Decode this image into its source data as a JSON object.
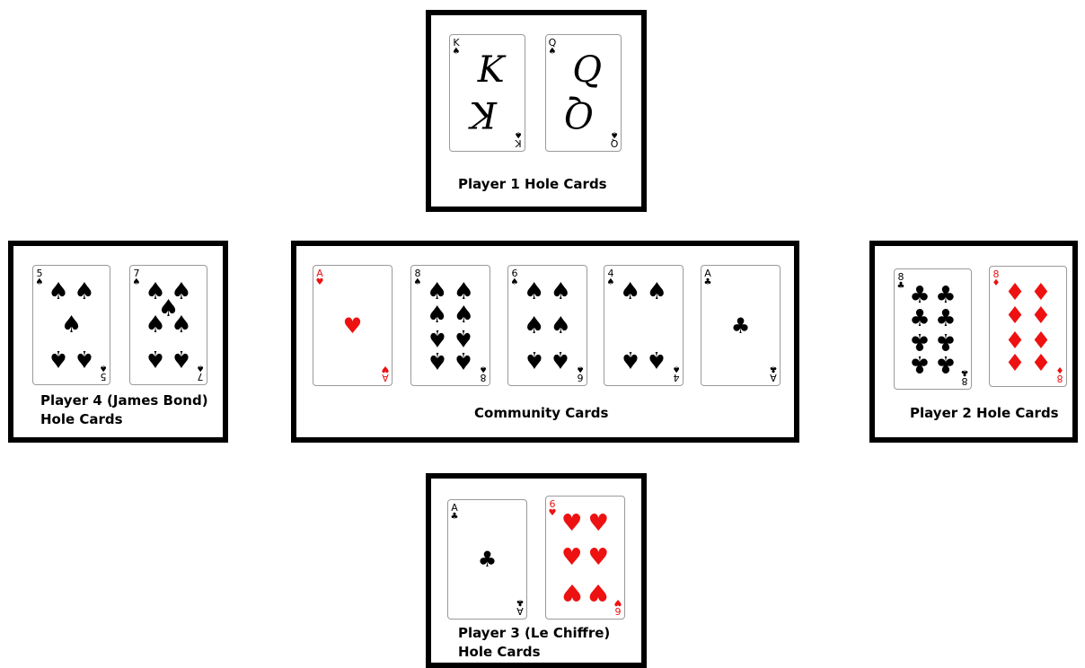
{
  "labels": {
    "player1": "Player 1 Hole Cards",
    "player2": "Player 2 Hole Cards",
    "player3_line1": "Player 3 (Le Chiffre)",
    "player3_line2": "Hole Cards",
    "player4_line1": "Player 4 (James Bond)",
    "player4_line2": "Hole Cards",
    "community": "Community Cards"
  },
  "hands": {
    "player1": [
      {
        "rank": "K",
        "suit": "spades",
        "color": "#000000"
      },
      {
        "rank": "Q",
        "suit": "spades",
        "color": "#000000"
      }
    ],
    "player2": [
      {
        "rank": "8",
        "suit": "clubs",
        "color": "#000000"
      },
      {
        "rank": "8",
        "suit": "diamonds",
        "color": "#ee1111"
      }
    ],
    "player3": [
      {
        "rank": "A",
        "suit": "clubs",
        "color": "#000000"
      },
      {
        "rank": "6",
        "suit": "hearts",
        "color": "#ee1111"
      }
    ],
    "player4": [
      {
        "rank": "5",
        "suit": "spades",
        "color": "#000000"
      },
      {
        "rank": "7",
        "suit": "spades",
        "color": "#000000"
      }
    ],
    "community": [
      {
        "rank": "A",
        "suit": "hearts",
        "color": "#ee1111"
      },
      {
        "rank": "8",
        "suit": "spades",
        "color": "#000000"
      },
      {
        "rank": "6",
        "suit": "spades",
        "color": "#000000"
      },
      {
        "rank": "4",
        "suit": "spades",
        "color": "#000000"
      },
      {
        "rank": "A",
        "suit": "clubs",
        "color": "#000000"
      }
    ]
  },
  "suit_icons": {
    "spades": "spade-icon",
    "hearts": "heart-icon",
    "diamonds": "diamond-icon",
    "clubs": "club-icon"
  },
  "colors": {
    "border": "#000000",
    "red_suit": "#ee1111",
    "black_suit": "#000000"
  }
}
